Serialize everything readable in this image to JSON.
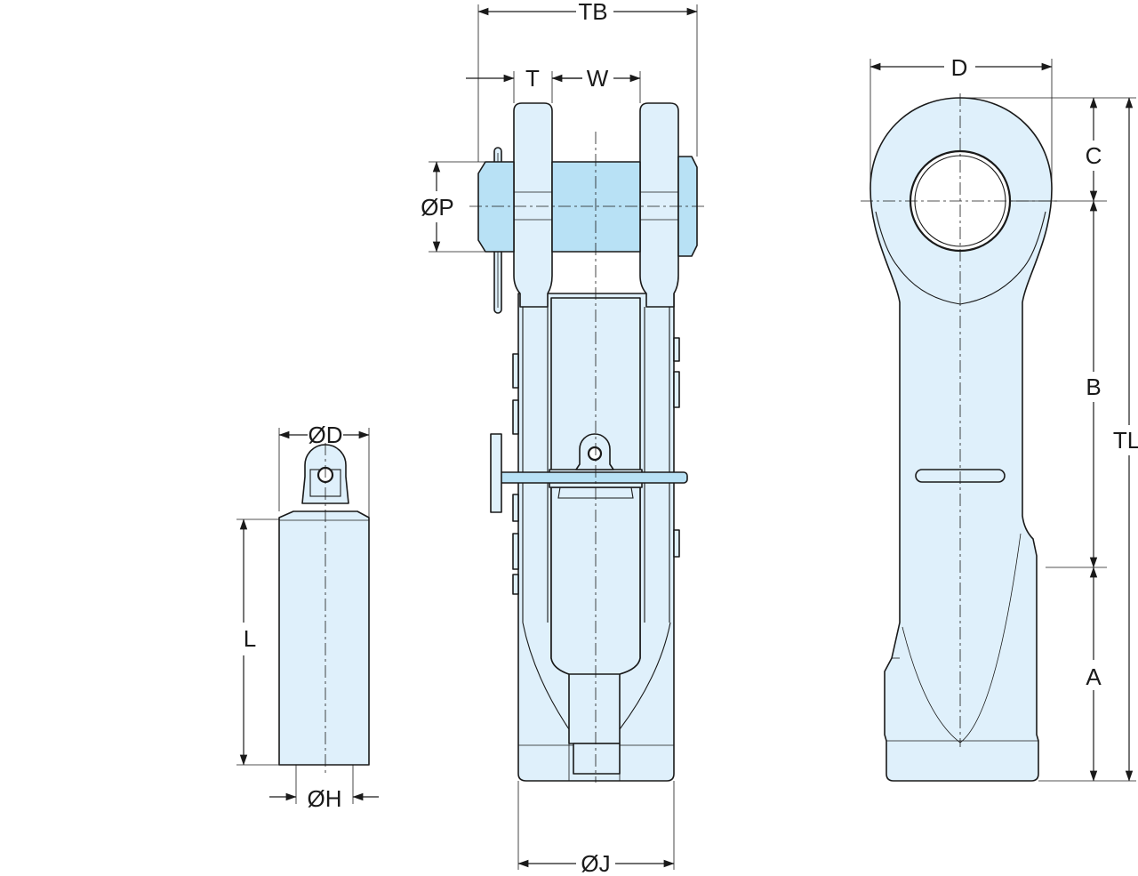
{
  "labels": {
    "TB": "TB",
    "T": "T",
    "W": "W",
    "P": "ØP",
    "D_side": "D",
    "C": "C",
    "B": "B",
    "TL": "TL",
    "A": "A",
    "D_small": "ØD",
    "L": "L",
    "H": "ØH",
    "J": "ØJ"
  },
  "colors": {
    "body_fill": "#dff0fb",
    "pin_fill": "#b8e1f5",
    "line": "#1a1a1a"
  }
}
